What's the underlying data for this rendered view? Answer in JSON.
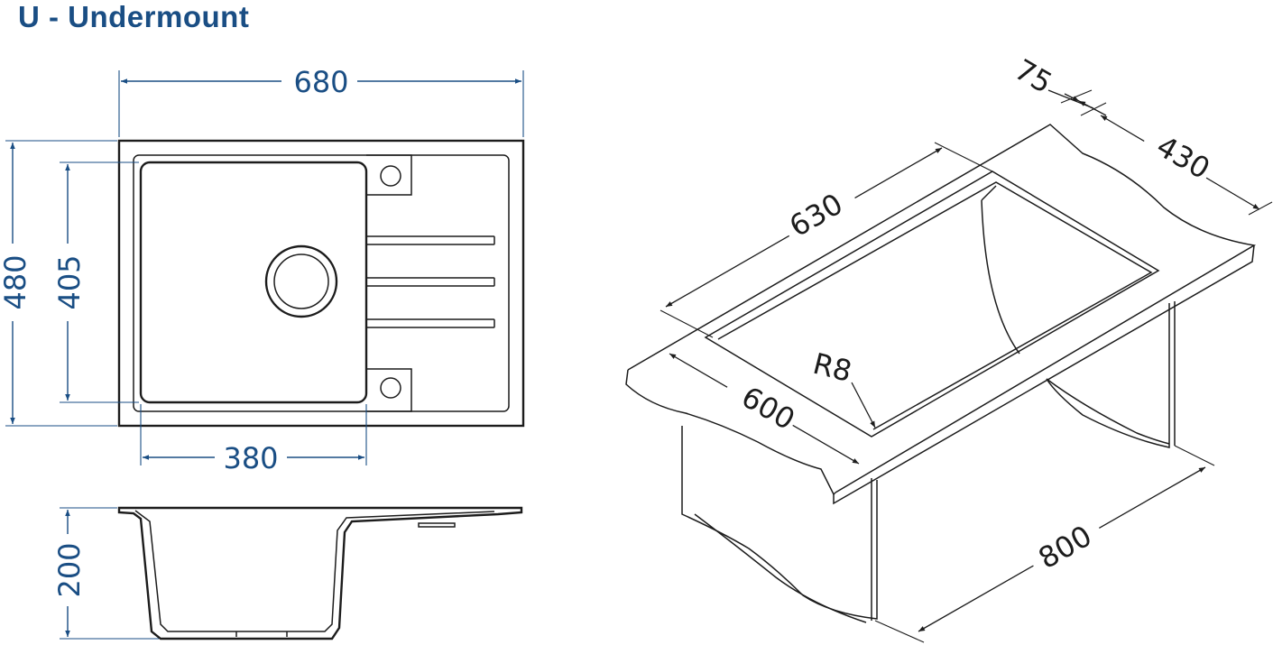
{
  "title": "U - Undermount",
  "colors": {
    "dimension": "#1a4e84",
    "outline": "#1c1c1c",
    "background": "#ffffff"
  },
  "top_view": {
    "overall_width": "680",
    "overall_depth": "480",
    "bowl_depth": "405",
    "bowl_width": "380"
  },
  "side_view": {
    "height": "200"
  },
  "iso_view": {
    "depth_label": "75",
    "side_label": "430",
    "top_length": "630",
    "bottom_length": "600",
    "radius": "R8",
    "cabinet_width": "800"
  }
}
